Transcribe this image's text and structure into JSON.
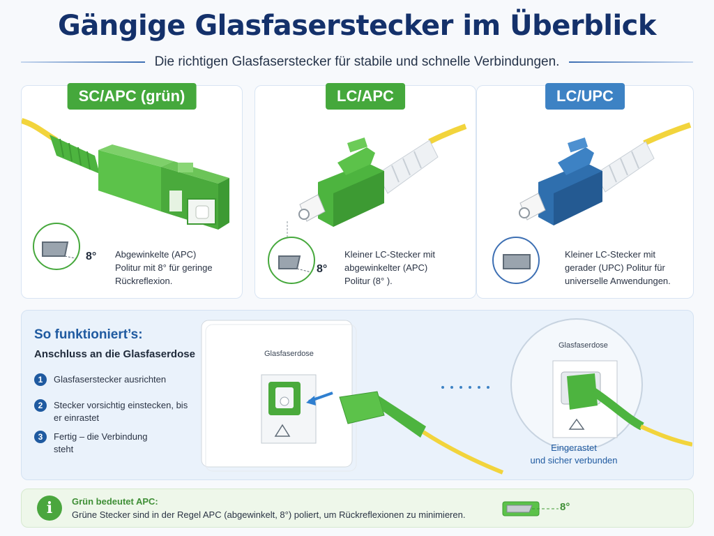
{
  "header": {
    "title": "Gängige Glasfaserstecker im Überblick",
    "subtitle": "Die richtigen Glasfaserstecker für stabile und schnelle Verbindungen."
  },
  "connectors": [
    {
      "label": "SC/APC (grün)",
      "angle": "8°",
      "description": [
        "Abgewinkelte (APC)",
        "Politur mit 8° für geringe",
        "Rückreflexion."
      ],
      "color": "#45a83c"
    },
    {
      "label": "LC/APC",
      "angle": "8°",
      "description": [
        "Kleiner LC-Stecker mit",
        "abgewinkelter (APC)",
        "Politur (8° )."
      ],
      "color": "#45a83c"
    },
    {
      "label": "LC/UPC",
      "description": [
        "Kleiner LC-Stecker mit",
        "gerader (UPC) Politur für",
        "universelle Anwendungen."
      ],
      "color": "#3d82c4"
    }
  ],
  "howto": {
    "heading": "So funktioniert’s:",
    "subheading": "Anschluss an die Glasfaserdose",
    "steps": [
      {
        "num": "1",
        "text": "Glasfaserstecker ausrichten"
      },
      {
        "num": "2",
        "text": "Stecker vorsichtig einstecken, bis er einrastet"
      },
      {
        "num": "3",
        "text": "Fertig – die Verbindung steht"
      }
    ],
    "box_label": "Glasfaserdose",
    "zoom_label": "Glasfaserdose",
    "result": [
      "Eingerastet",
      "und sicher verbunden"
    ]
  },
  "info": {
    "icon": "info-icon",
    "icon_glyph": "i",
    "heading": "Grün bedeutet APC:",
    "text": "Grüne Stecker sind in der Regel APC (abgewinkelt, 8°) poliert, um Rückreflexionen zu minimieren.",
    "angle": "8°"
  }
}
